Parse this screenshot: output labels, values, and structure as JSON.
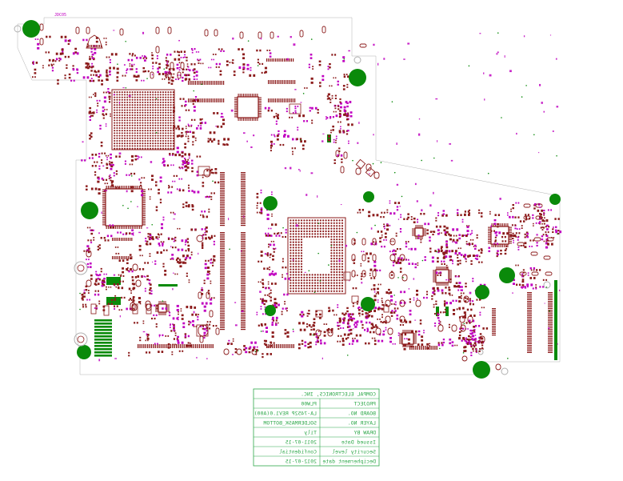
{
  "board": {
    "colors": {
      "pad": "#8b1a1a",
      "silk": "#c000c0",
      "mounting_hole": "#0a8a0a",
      "outline": "#b0b0b0",
      "title_block": "#2ea84a",
      "connector": "#0a8a0a"
    },
    "top_label": "JDC05"
  },
  "title_block": {
    "rows": [
      {
        "label": "COMPAL ELECTRONICS, INC.",
        "value": ""
      },
      {
        "label": "PROJECT",
        "value": "PLW00"
      },
      {
        "label": "BOARD NO.",
        "value": "LA-7452P REV1.0(A00)"
      },
      {
        "label": "LAYER NO.",
        "value": "SOLDERMASK_BOTTOM"
      },
      {
        "label": "DRAW BY",
        "value": "Tily"
      },
      {
        "label": "Issued Date",
        "value": "2011-07-15"
      },
      {
        "label": "Security level",
        "value": "Confidential"
      },
      {
        "label": "Decipherment date",
        "value": "2012-07-15"
      }
    ]
  }
}
